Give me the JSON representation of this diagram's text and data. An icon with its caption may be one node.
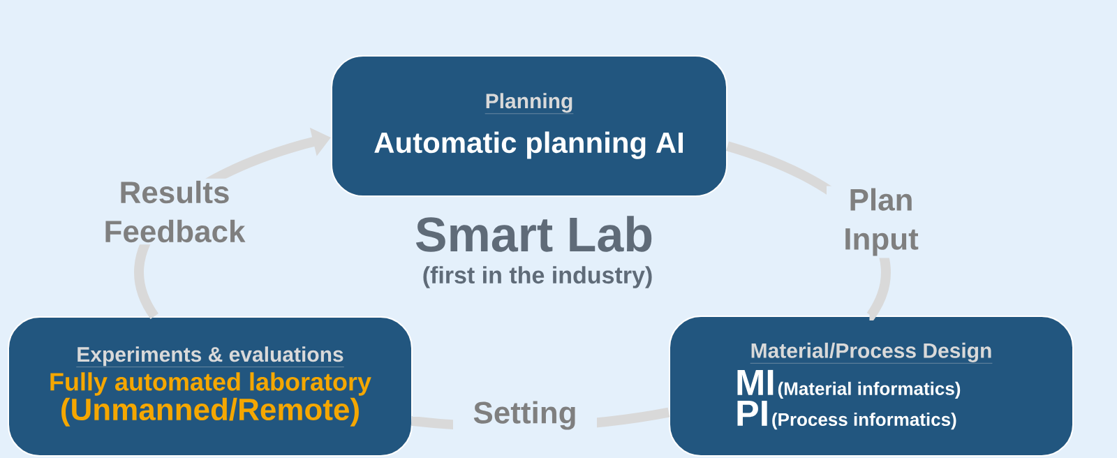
{
  "diagram": {
    "nodes": [
      {
        "text": [
          "Planning",
          "Automatic planning AI"
        ]
      },
      {
        "text": [
          "Experiments & evaluations",
          "Fully automated laboratory",
          "(Unmanned/Remote)"
        ]
      },
      {
        "text": [
          "Material/Process Design",
          "MI",
          "(Material informatics)",
          "PI",
          "(Process informatics)"
        ]
      }
    ],
    "edges": [
      {
        "from": 0,
        "to": 2,
        "arrow": "none",
        "label": "Plan Input"
      },
      {
        "from": 2,
        "to": 1,
        "arrow": "none",
        "label": "Setting"
      },
      {
        "from": 1,
        "to": 0,
        "arrow": "to",
        "label": "Results Feedback"
      }
    ],
    "labels": [
      "Smart Lab",
      "(first in the industry)"
    ]
  }
}
